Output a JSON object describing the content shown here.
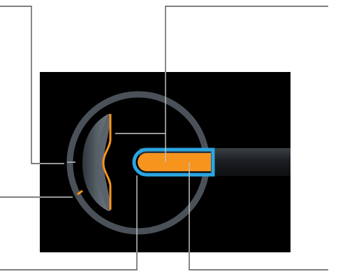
{
  "diagram": {
    "colors": {
      "background": "#ffffff",
      "panel": "#000000",
      "ring": "#4a5158",
      "lens_body": "#5a636b",
      "lens_edge": "#2f353b",
      "accent": "#f7941d",
      "probe_tip": "#2aa6e0",
      "rod_dark": "#1c1f22",
      "rod_mid": "#3a4046",
      "leader": "#555555"
    },
    "callouts": [
      {
        "id": "top-left"
      },
      {
        "id": "mid-left"
      },
      {
        "id": "top-right"
      },
      {
        "id": "bottom-left"
      },
      {
        "id": "bottom-right"
      }
    ],
    "labels": []
  }
}
